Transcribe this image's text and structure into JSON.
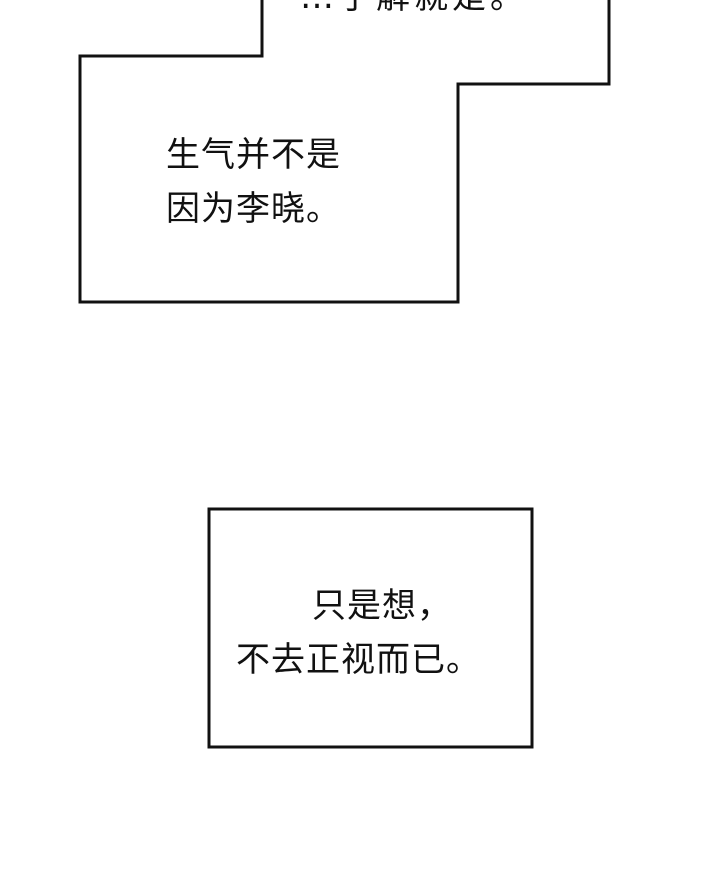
{
  "captions": {
    "top_partial": "…了解就是。",
    "box1": {
      "line1": "生气并不是",
      "line2": "因为李晓。"
    },
    "box2": {
      "line1": "只是想，",
      "line2": "不去正视而已。"
    }
  },
  "colors": {
    "ink": "#111111",
    "paper": "#ffffff"
  }
}
